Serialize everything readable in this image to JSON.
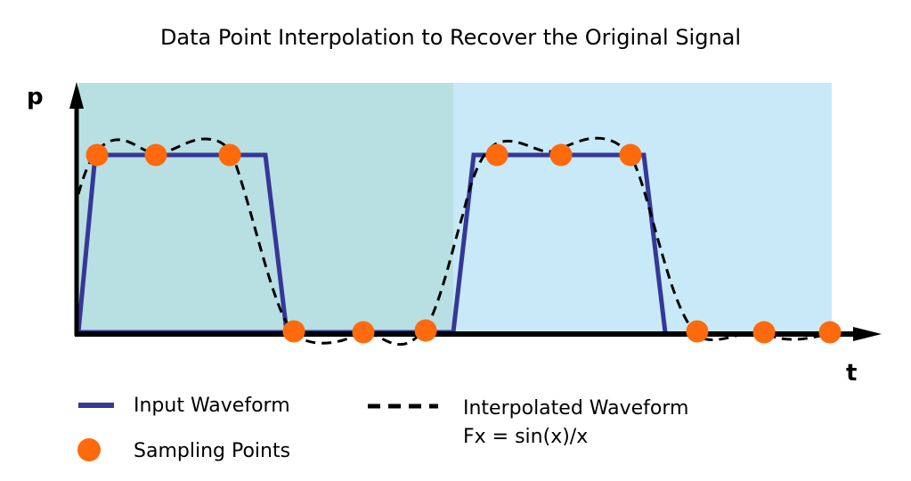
{
  "title": "Data Point Interpolation to Recover the Original Signal",
  "axes": {
    "y_label": "p",
    "x_label": "t"
  },
  "legend": {
    "input_waveform": "Input Waveform",
    "sampling_points": "Sampling Points",
    "interpolated_waveform": "Interpolated Waveform",
    "formula": "Fx = sin(x)/x"
  },
  "colors": {
    "input_waveform": "#353896",
    "sampling_points": "#ff6a0d",
    "interpolated": "#000000",
    "region_1": "#b8dfe2",
    "region_2": "#c8e9f8"
  }
}
